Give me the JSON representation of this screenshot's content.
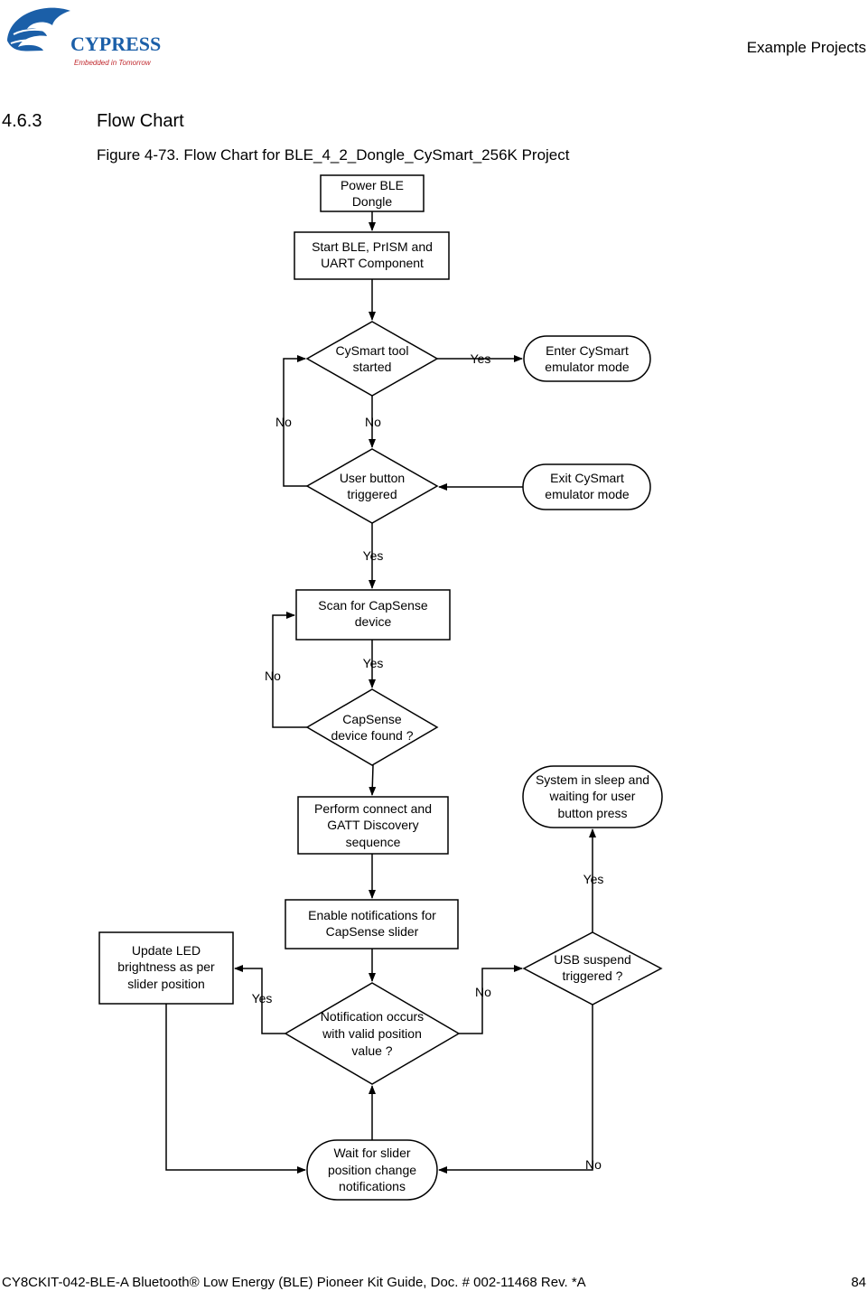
{
  "header": {
    "logo_text": "CYPRESS",
    "logo_tagline": "Embedded in Tomorrow",
    "right": "Example Projects"
  },
  "section": {
    "number": "4.6.3",
    "title": "Flow Chart"
  },
  "figure_caption": "Figure 4-73.  Flow Chart for BLE_4_2_Dongle_CySmart_256K Project",
  "flowchart": {
    "nodes": {
      "power": [
        "Power BLE",
        "Dongle"
      ],
      "start": [
        "Start BLE, PrISM and",
        "UART Component"
      ],
      "cysmart_started": [
        "CySmart tool",
        "started"
      ],
      "enter_cysmart": [
        "Enter CySmart",
        "emulator mode"
      ],
      "user_button": [
        "User button",
        "triggered"
      ],
      "exit_cysmart": [
        "Exit CySmart",
        "emulator mode"
      ],
      "scan": [
        "Scan for CapSense",
        "device"
      ],
      "capsense_found": [
        "CapSense",
        "device found ?"
      ],
      "connect": [
        "Perform connect and",
        "GATT Discovery",
        "sequence"
      ],
      "enable_notif": [
        "Enable notifications for",
        "CapSense slider"
      ],
      "update_led": [
        "Update LED",
        "brightness as per",
        "slider position"
      ],
      "notif_occurs": [
        "Notification occurs",
        "with valid position",
        "value ?"
      ],
      "usb_suspend": [
        "USB suspend",
        "triggered ?"
      ],
      "sleep": [
        "System in sleep and",
        "waiting for user",
        "button press"
      ],
      "wait_slider": [
        "Wait for slider",
        "position change",
        "notifications"
      ]
    },
    "edge_labels": {
      "cysmart_yes": "Yes",
      "cysmart_no": "No",
      "user_button_no": "No",
      "user_button_yes": "Yes",
      "scan_yes": "Yes",
      "capsense_no": "No",
      "notif_yes": "Yes",
      "notif_no": "No",
      "usb_yes": "Yes",
      "usb_no": "No"
    }
  },
  "footer": {
    "left": "CY8CKIT-042-BLE-A Bluetooth® Low Energy (BLE) Pioneer Kit Guide, Doc. # 002-11468 Rev. *A",
    "page": "84"
  },
  "colors": {
    "logo_blue": "#1b5fa8",
    "logo_red": "#c0282d",
    "line": "#000000"
  }
}
